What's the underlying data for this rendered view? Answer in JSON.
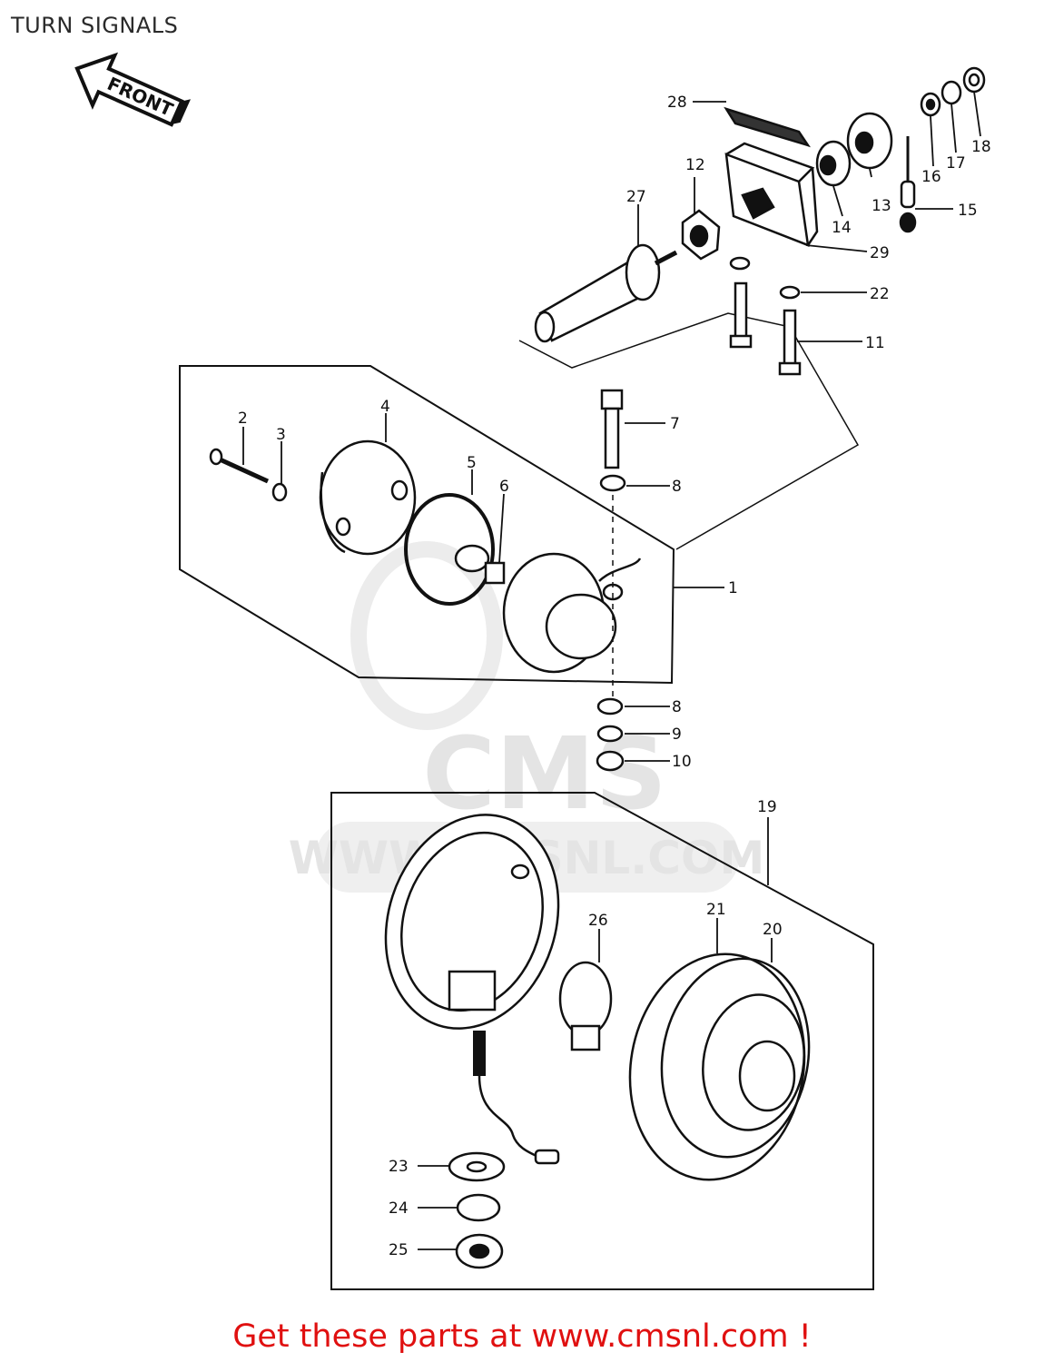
{
  "title": "TURN SIGNALS",
  "front_label": "FRONT",
  "watermark": {
    "brand": "CMS",
    "url": "WWW.CMSNL.COM"
  },
  "callouts": {
    "c1": "1",
    "c2": "2",
    "c3": "3",
    "c4": "4",
    "c5": "5",
    "c6": "6",
    "c7": "7",
    "c8a": "8",
    "c8b": "8",
    "c9": "9",
    "c10": "10",
    "c11": "11",
    "c12": "12",
    "c13": "13",
    "c14": "14",
    "c15": "15",
    "c16": "16",
    "c17": "17",
    "c18": "18",
    "c19": "19",
    "c20": "20",
    "c21": "21",
    "c22": "22",
    "c23": "23",
    "c24": "24",
    "c25": "25",
    "c26": "26",
    "c27": "27",
    "c28": "28",
    "c29": "29"
  },
  "footer": {
    "promo_text": "Get these parts at www.cmsnl.com !"
  },
  "colors": {
    "ink": "#111111",
    "promo": "#e01010",
    "watermark": "#e4e4e4"
  }
}
